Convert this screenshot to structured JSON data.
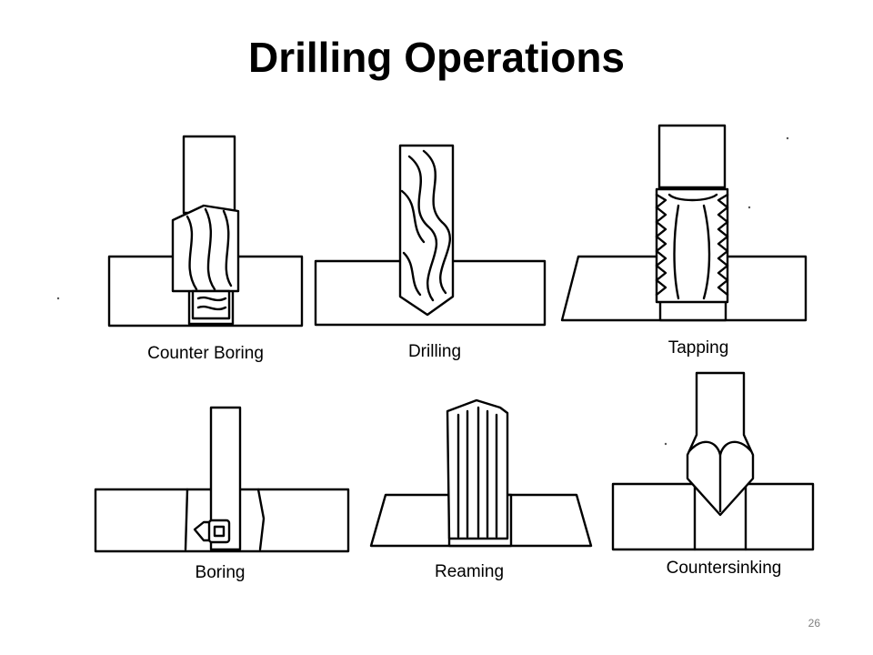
{
  "slide": {
    "title": "Drilling Operations",
    "page_number": "26"
  },
  "operations": [
    {
      "label": "Counter Boring"
    },
    {
      "label": "Drilling"
    },
    {
      "label": "Tapping"
    },
    {
      "label": "Boring"
    },
    {
      "label": "Reaming"
    },
    {
      "label": "Countersinking"
    }
  ]
}
